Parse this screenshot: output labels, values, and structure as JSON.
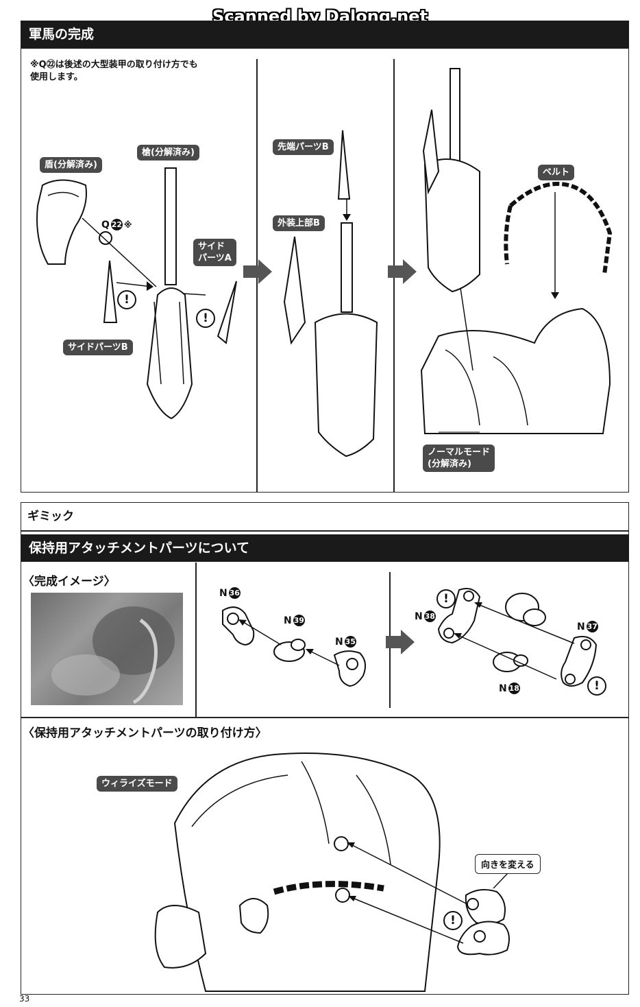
{
  "watermark": "Scanned by Dalong.net",
  "section1": {
    "title": "軍馬の完成",
    "note": "※Q㉒は後述の大型装甲の取り付け方でも\n使用します。",
    "labels": {
      "shield": "盾(分解済み)",
      "spear": "槍(分解済み)",
      "side_a": "サイド\nパーツA",
      "side_b": "サイドパーツB",
      "tip_b": "先端パーツB",
      "outer_b": "外装上部B",
      "belt": "ベルト",
      "normal_mode": "ノーマルモード\n(分解済み)"
    },
    "part_q": {
      "letter": "Q",
      "num": "22",
      "mark": "※"
    }
  },
  "section2": {
    "gimmick": "ギミック",
    "title": "保持用アタッチメントパーツについて",
    "sub_complete": "〈完成イメージ〉",
    "parts_left": [
      {
        "letter": "N",
        "num": "36"
      },
      {
        "letter": "N",
        "num": "39"
      },
      {
        "letter": "N",
        "num": "35"
      }
    ],
    "parts_right": [
      {
        "letter": "N",
        "num": "38"
      },
      {
        "letter": "N",
        "num": "37"
      },
      {
        "letter": "N",
        "num": "18"
      }
    ],
    "sub_attach": "〈保持用アタッチメントパーツの取り付け方〉",
    "mode_label": "ウィライズモード",
    "callout": "向きを変える"
  },
  "warn_mark": "!",
  "page_number": "33"
}
